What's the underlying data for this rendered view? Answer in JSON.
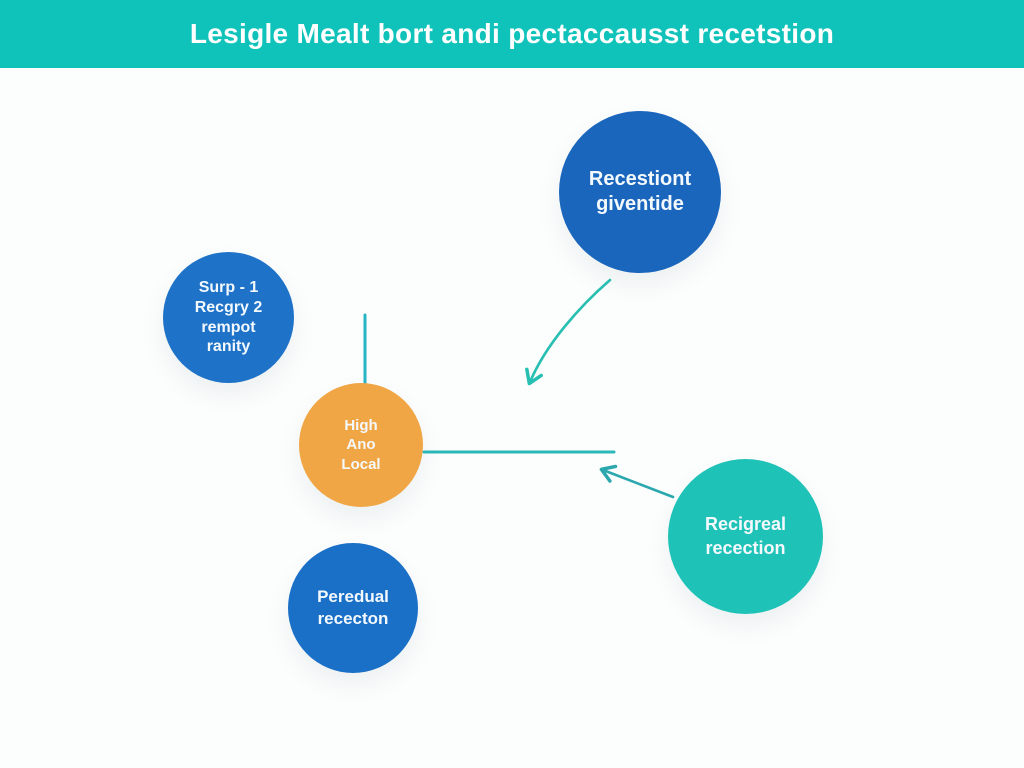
{
  "header": {
    "title": "Lesigle Mealt bort andi pectaccausst recetstion",
    "background": "#10c3ba",
    "text_color": "#ffffff"
  },
  "canvas": {
    "background": "#fcfdfd"
  },
  "nodes": {
    "recestiont": {
      "lines": [
        "Recestiont",
        "giventide"
      ],
      "color": "#1b66bd"
    },
    "surp": {
      "lines": [
        "Surp - 1",
        "Recgry 2",
        "rempot",
        "ranity"
      ],
      "color": "#1e72c8"
    },
    "high": {
      "lines": [
        "High",
        "Ano",
        "Local"
      ],
      "color": "#f1a645"
    },
    "peredual": {
      "lines": [
        "Peredual",
        "rececton"
      ],
      "color": "#1a6fc7"
    },
    "recigreal": {
      "lines": [
        "Recigreal",
        "recection"
      ],
      "color": "#1fc2b7"
    }
  },
  "connectors": {
    "vertical_line_color": "#27b5c6",
    "horizontal_line_color": "#2ab8b8",
    "curved_arrow_color": "#27bfb2",
    "straight_arrow_color": "#2ba8ae"
  }
}
